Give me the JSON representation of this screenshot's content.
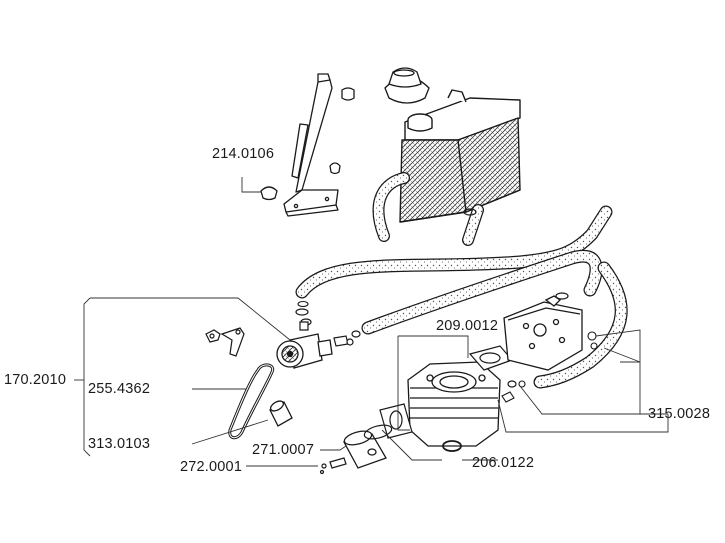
{
  "labels": {
    "p214_0106": "214.0106",
    "p209_0012": "209.0012",
    "p170_2010": "170.2010",
    "p255_4362": "255.4362",
    "p313_0103": "313.0103",
    "p271_0007": "271.0007",
    "p272_0001": "272.0001",
    "p206_0122": "206.0122",
    "p315_0028": "315.0028"
  }
}
